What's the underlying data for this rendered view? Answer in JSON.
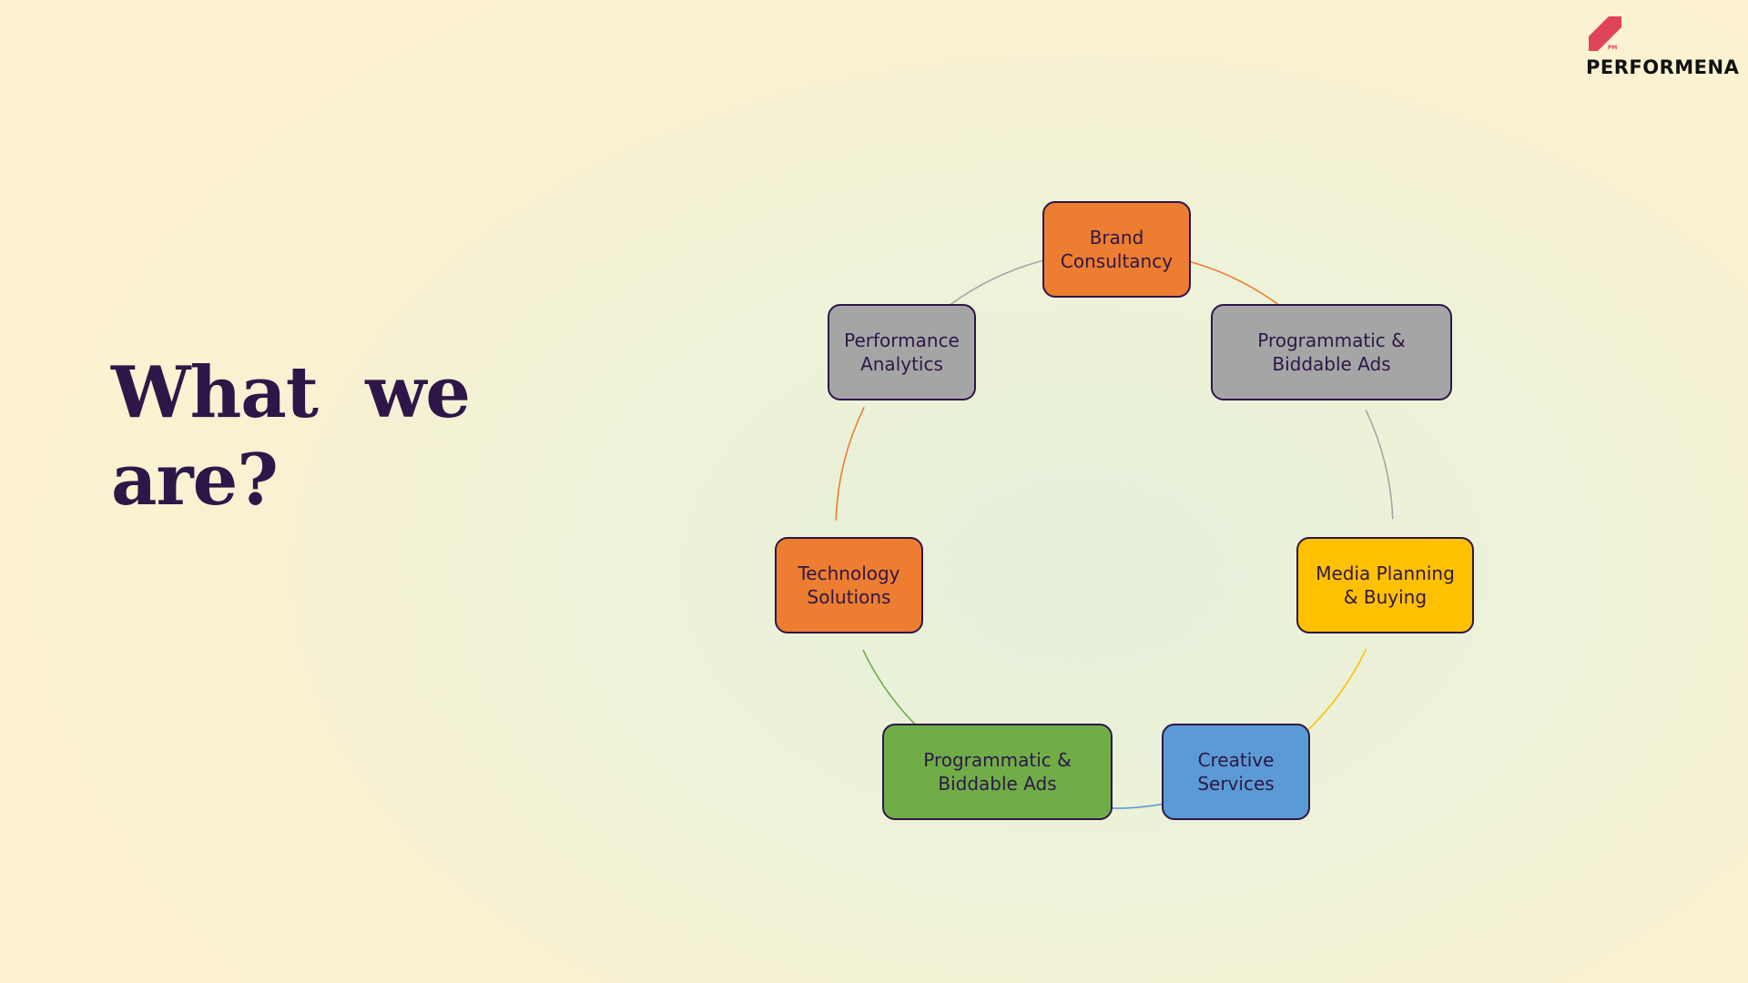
{
  "logo": {
    "name": "PERFORMENA",
    "mark_text": "PM",
    "brand_color": "#e0445a"
  },
  "headline": "What  we\nare?",
  "colors": {
    "text": "#2e1748",
    "orange": "#ed7d31",
    "gray": "#a5a5a5",
    "yellow": "#ffc000",
    "blue": "#5b9bd5",
    "green": "#70ad47"
  },
  "diagram": {
    "type": "cycle",
    "nodes": [
      {
        "label": "Brand\nConsultancy",
        "color": "#ed7d31",
        "link_color": "#ed7d31"
      },
      {
        "label": "Programmatic &\nBiddable Ads",
        "color": "#a5a5a5",
        "link_color": "#a5a5a5"
      },
      {
        "label": "Media Planning\n& Buying",
        "color": "#ffc000",
        "link_color": "#ffc000"
      },
      {
        "label": "Creative\nServices",
        "color": "#5b9bd5",
        "link_color": "#5b9bd5"
      },
      {
        "label": "Programmatic &\nBiddable Ads",
        "color": "#70ad47",
        "link_color": "#70ad47"
      },
      {
        "label": "Technology\nSolutions",
        "color": "#ed7d31",
        "link_color": "#ed7d31"
      },
      {
        "label": "Performance\nAnalytics",
        "color": "#a5a5a5",
        "link_color": "#a5a5a5"
      }
    ]
  }
}
